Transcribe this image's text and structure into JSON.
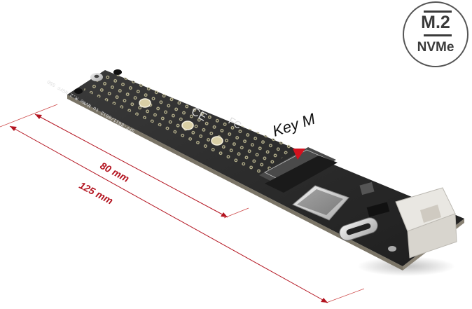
{
  "badge": {
    "line1": "M.2",
    "line2": "NVMe"
  },
  "annotations": {
    "key_label": "Key M",
    "dim_inner": "80 mm",
    "dim_outer": "125 mm"
  },
  "pcb_silkscreen": {
    "main_text": "SFF-8611/8612 to NVMe M.2 NGFF SSD",
    "mount_labels": [
      "2260",
      "2242",
      "2230"
    ]
  },
  "colors": {
    "dimension_red": "#b3131f",
    "pcb_black": "#2b2b2b",
    "key_marker": "#d4121e"
  }
}
